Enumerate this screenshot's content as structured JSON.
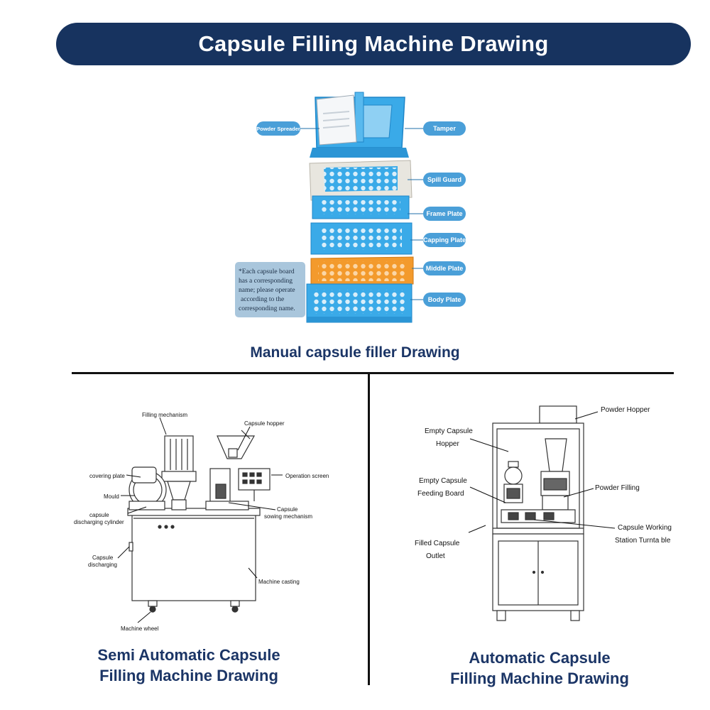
{
  "header": {
    "title": "Capsule Filling Machine Drawing"
  },
  "manual": {
    "caption": "Manual capsule filler Drawing",
    "labels": {
      "powder_spreader": "Powder Spreader",
      "tamper": "Tamper",
      "spill_guard": "Spill Guard",
      "frame_plate": "Frame Plate",
      "capping_plate": "Capping Plate",
      "middle_plate": "Middle Plate",
      "body_plate": "Body Plate"
    },
    "note": [
      "*Each capsule board",
      "has a corresponding",
      "name; please operate",
      "according to the",
      "corresponding name."
    ]
  },
  "semi": {
    "caption_line1": "Semi Automatic Capsule",
    "caption_line2": "Filling Machine Drawing",
    "labels": {
      "filling_mechanism": "Filling mechanism",
      "capsule_hopper": "Capsule hopper",
      "covering_plate": "covering plate",
      "operation_screen": "Operation screen",
      "mould": "Mould",
      "sowing_1": "Capsule",
      "sowing_2": "sowing mechanism",
      "discharging_cyl_1": "capsule",
      "discharging_cyl_2": "discharging cylinder",
      "discharging_1": "Capsule",
      "discharging_2": "discharging",
      "machine_casting": "Machine casting",
      "machine_wheel": "Machine wheel"
    }
  },
  "auto": {
    "caption_line1": "Automatic Capsule",
    "caption_line2": "Filling Machine Drawing",
    "labels": {
      "powder_hopper": "Powder Hopper",
      "empty_hopper_1": "Empty Capsule",
      "empty_hopper_2": "Hopper",
      "feeding_1": "Empty Capsule",
      "feeding_2": "Feeding Board",
      "powder_filling": "Powder Filling",
      "turntable_1": "Capsule Working",
      "turntable_2": "Station Turnta ble",
      "outlet_1": "Filled Capsule",
      "outlet_2": "Outlet"
    }
  },
  "colors": {
    "navy": "#17335f",
    "blue_plate": "#3aaae8",
    "orange_plate": "#f39a2c",
    "label_pill": "#4a9fd8",
    "note_box": "#a9c6dc"
  }
}
